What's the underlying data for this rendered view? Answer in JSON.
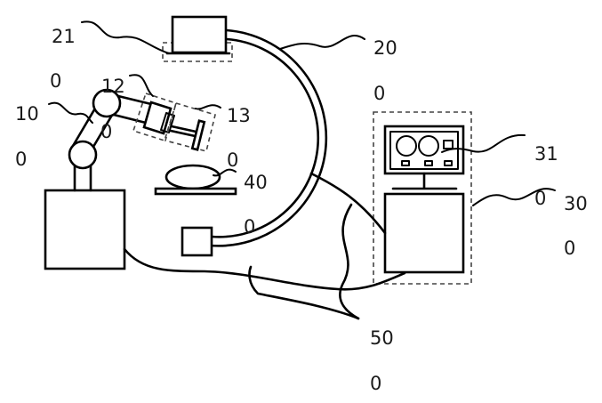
{
  "labels": {
    "l21": "21",
    "l20": "20",
    "l20_zero": "0",
    "l10_zero_top": "0",
    "l12": "12",
    "l12_zero": "0",
    "l10": "10",
    "l10_zero": "0",
    "l13": "13",
    "l13_zero": "0",
    "l40": "40",
    "l40_zero": "0",
    "l31": "31",
    "l31_zero": "0",
    "l30": "30",
    "l30_zero": "0",
    "l50": "50",
    "l50_zero": "0"
  }
}
